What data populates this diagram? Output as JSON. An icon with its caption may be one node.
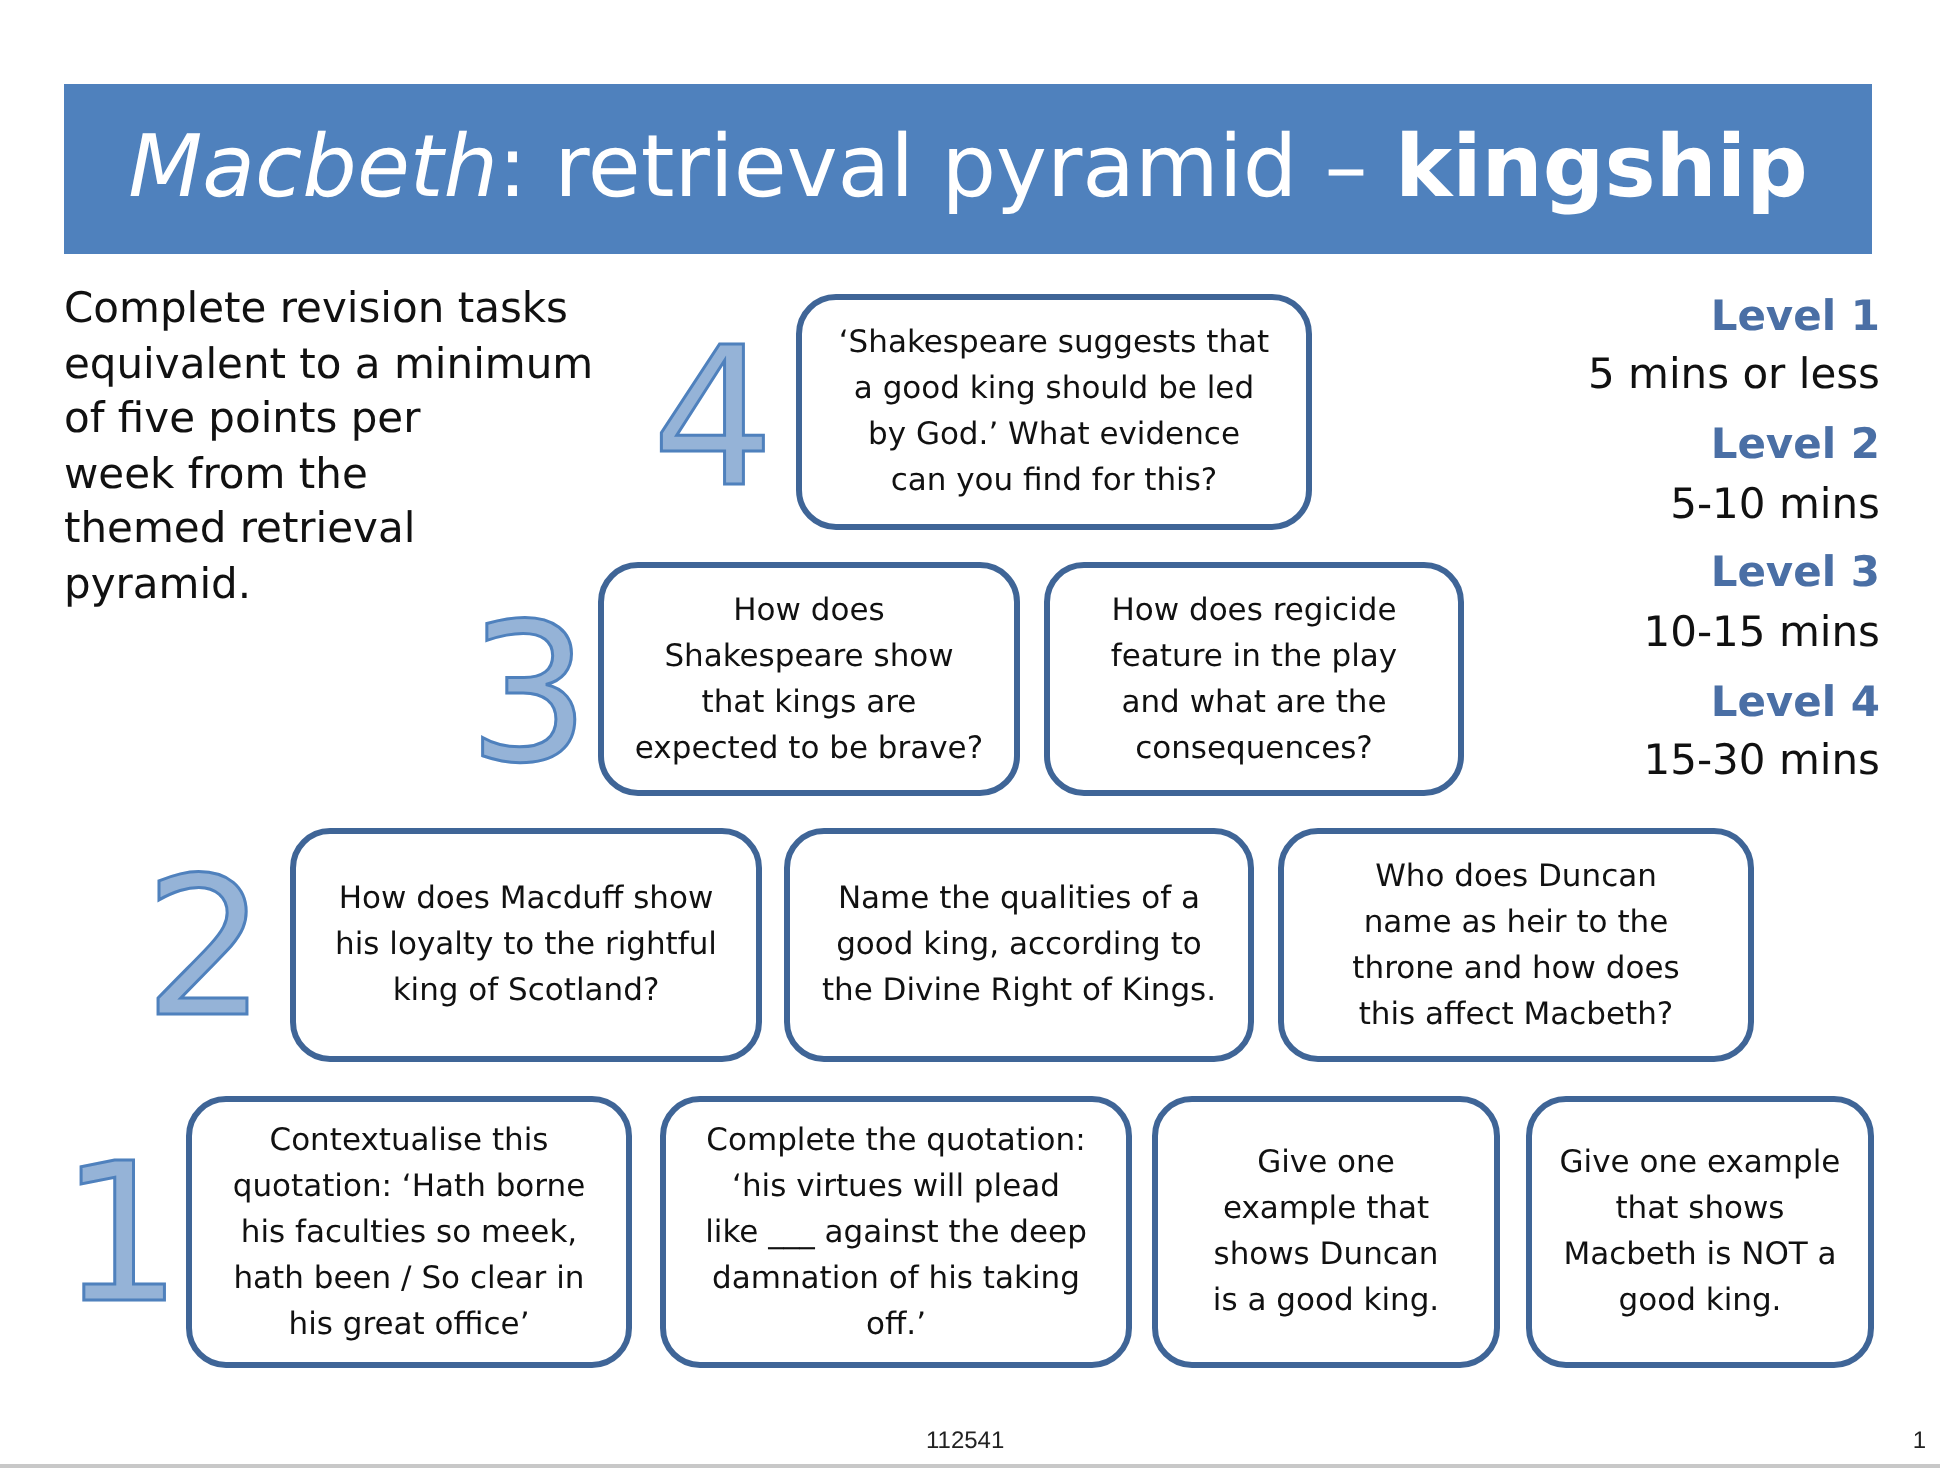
{
  "diagram": {
    "title": "*Macbeth*: retrieval pyramid – **kingship**",
    "nodes": [
      {
        "text": [
          "‘Shakespeare suggests that a good king should be led by God.’ What evidence can you find for this?"
        ]
      },
      {
        "text": [
          "How does Shakespeare show that kings are expected to be brave?"
        ]
      },
      {
        "text": [
          "How does regicide feature in the play and what are the consequences?"
        ]
      },
      {
        "text": [
          "How does Macduff show his loyalty to the rightful king of Scotland?"
        ]
      },
      {
        "text": [
          "Name the qualities of a good king, according to the Divine Right of Kings."
        ]
      },
      {
        "text": [
          "Who does Duncan name as heir to the throne and how does this affect Macbeth?"
        ]
      },
      {
        "text": [
          "Contextualise this quotation: ‘Hath borne his faculties so meek, hath been / So clear in his great office’"
        ]
      },
      {
        "text": [
          "Complete the quotation: ‘his virtues will plead like ___ against the deep damnation of his taking off.’"
        ]
      },
      {
        "text": [
          "Give one example that shows Duncan is a good king."
        ]
      },
      {
        "text": [
          "Give one example that shows Macbeth is NOT a good king."
        ]
      }
    ],
    "labels": [
      "Complete revision tasks equivalent to a minimum of five points per week from the themed retrieval pyramid.",
      "Level 1",
      "5 mins or less",
      "Level 2",
      "5-10 mins",
      "Level 3",
      "10-15 mins",
      "Level 4",
      "15-30 mins",
      "4",
      "3",
      "2",
      "1",
      "112541",
      "1"
    ]
  }
}
